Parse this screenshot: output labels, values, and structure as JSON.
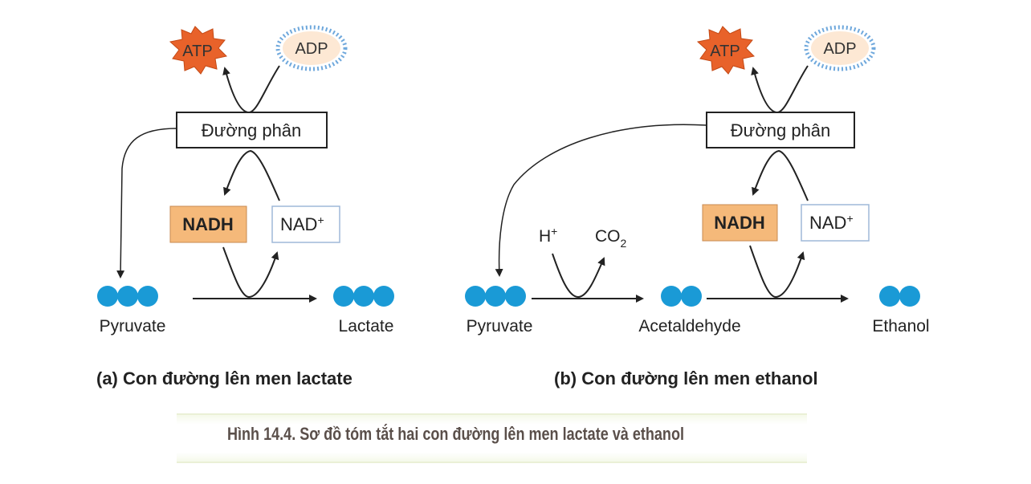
{
  "diagram_a": {
    "atp": "ATP",
    "adp": "ADP",
    "glycolysis": "Đường phân",
    "nadh": "NADH",
    "nad_base": "NAD",
    "nad_sup": "+",
    "pyruvate": "Pyruvate",
    "lactate": "Lactate",
    "title": "(a) Con đường lên men lactate"
  },
  "diagram_b": {
    "atp": "ATP",
    "adp": "ADP",
    "glycolysis": "Đường phân",
    "nadh": "NADH",
    "nad_base": "NAD",
    "nad_sup": "+",
    "h_base": "H",
    "h_sup": "+",
    "co2_base": "CO",
    "co2_sub": "2",
    "pyruvate": "Pyruvate",
    "acetaldehyde": "Acetaldehyde",
    "ethanol": "Ethanol",
    "title": "(b) Con đường lên men ethanol"
  },
  "caption": "Hình 14.4. Sơ đồ tóm tắt hai con đường lên men lactate và ethanol",
  "colors": {
    "molecule": "#1a9ad6",
    "atp_fill": "#e8622a",
    "adp_fill": "#fde8d4",
    "adp_spikes": "#6fa8dc",
    "nadh_fill": "#f5b97a",
    "nad_border": "#9fb9d8"
  }
}
